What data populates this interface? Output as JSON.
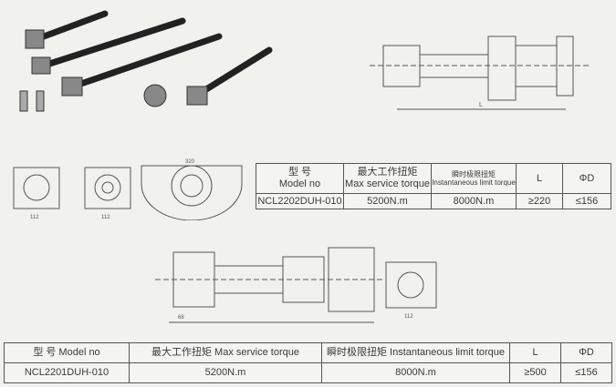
{
  "table1": {
    "headers": [
      {
        "cn": "型 号",
        "en": "Model no"
      },
      {
        "cn": "最大工作扭矩",
        "en": "Max service torque"
      },
      {
        "cn": "瞬时极限扭矩",
        "en": "Instantaneous limit torque"
      },
      {
        "cn": "",
        "en": "L"
      },
      {
        "cn": "",
        "en": "ΦD"
      }
    ],
    "row": [
      "NCL2202DUH-010",
      "5200N.m",
      "8000N.m",
      "≥220",
      "≤156"
    ]
  },
  "table2": {
    "headers": [
      "型 号  Model no",
      "最大工作扭矩   Max service torque",
      "瞬时极限扭矩  Instantaneous limit torque",
      "L",
      "ΦD"
    ],
    "row": [
      "NCL2201DUH-010",
      "5200N.m",
      "8000N.m",
      "≥500",
      "≤156"
    ]
  },
  "drawing_labels": {
    "top_L": "L",
    "dim_112a": "112",
    "dim_112b": "112",
    "dim_112c": "112",
    "dim_320": "320",
    "dim_68": "68"
  }
}
